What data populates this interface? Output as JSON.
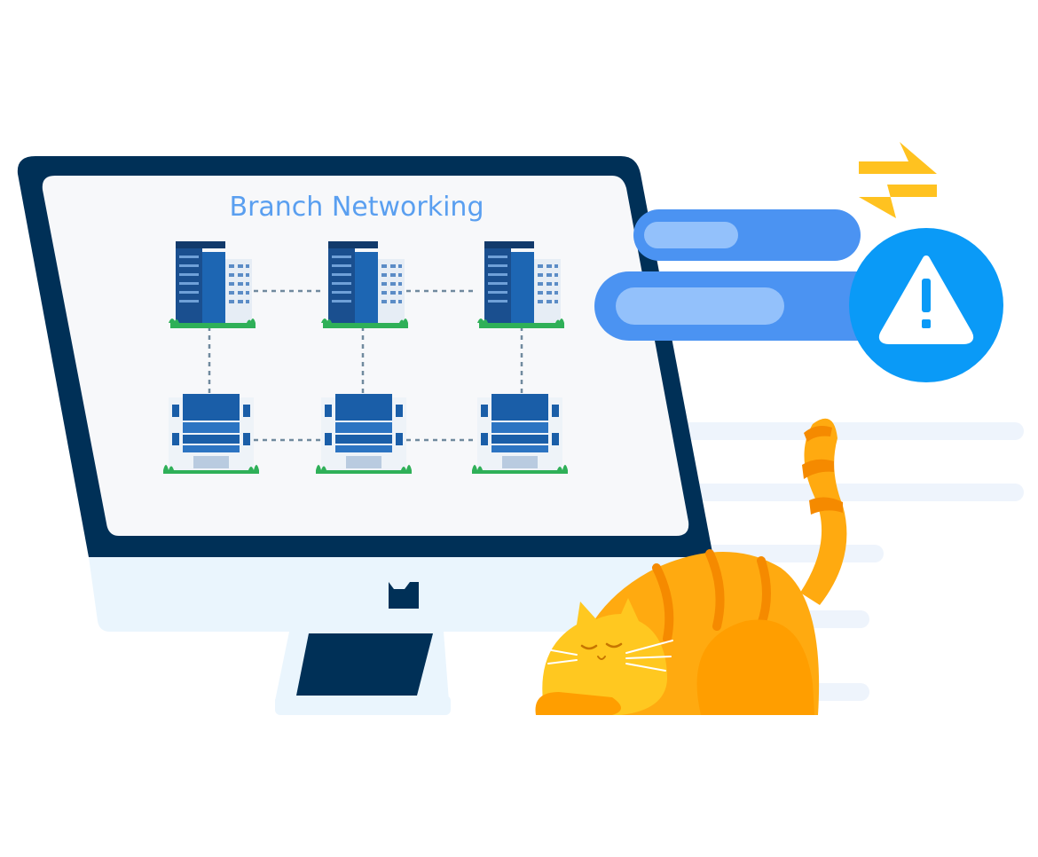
{
  "screen": {
    "title": "Branch Networking"
  },
  "network": {
    "top_row": [
      "tower-office",
      "tower-office",
      "tower-office"
    ],
    "bottom_row": [
      "branch-office",
      "branch-office",
      "branch-office"
    ],
    "link_style": "dashed"
  },
  "alerts": {
    "icon": "warning-triangle-icon",
    "sync_icon": "swap-arrows-icon"
  },
  "mascot": "sleeping-orange-cat",
  "colors": {
    "monitor_frame": "#003057",
    "screen_bg": "#f7f8fa",
    "stand_light": "#eaf5fd",
    "title_blue": "#5a9ff0",
    "bar_blue": "#4b93f2",
    "bar_inner": "#93c1fb",
    "alert_circle": "#0a9af7",
    "arrow_yellow": "#ffc220",
    "cat_orange": "#ffaa10",
    "cat_stripe": "#f58a00",
    "building_blue": "#1b5ea6",
    "grass_green": "#2fb058"
  }
}
